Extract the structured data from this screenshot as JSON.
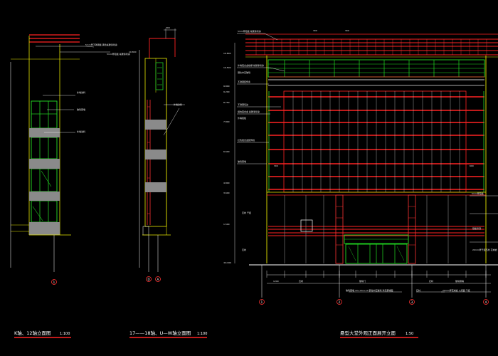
{
  "titles": {
    "left": "K轴、12轴立面图",
    "left_scale": "1:100",
    "middle": "17——18轴、U—W轴立面图",
    "middle_scale": "1:100",
    "right": "悬型大堂外观正面展开立面",
    "right_scale": "1:50"
  },
  "grid_labels": {
    "left": "1",
    "mid_a": "D",
    "mid_b": "A",
    "right_a": "1",
    "right_b": "2",
    "right_c": "3",
    "right_d": "4"
  },
  "elev_labels": {
    "m_top": "10.800",
    "r1": "10.800",
    "r2": "10.500",
    "r3": "9.800",
    "r4": "9.200",
    "r5": "8.750",
    "r6": "7.800",
    "r7": "6.600",
    "r8": "4.800",
    "r9": "3.600",
    "r10": "1.500",
    "r11": "±0.000"
  },
  "dims": {
    "d1": "300",
    "d2": "300",
    "d3": "300",
    "d4": "300",
    "d5": "600",
    "d6": "1200"
  },
  "annotations": {
    "l1": "5mm厚不锈钢板 黑色氟碳漆喷涂",
    "l2": "外墙涂料",
    "l3": "外墙涂料",
    "l4": "玻璃幕墙",
    "l5": "5mm厚铝板 氟碳漆喷涂",
    "m1": "外墙涂料",
    "r1": "5mm厚铝板 氟碳漆喷涂",
    "r2": "外墙铝合金格栅 氟碳漆喷涂",
    "r3": "钢化中空玻璃",
    "r4": "不锈钢装饰条",
    "r5": "不锈钢包边",
    "r6": "横向铝合金 氟碳漆喷涂",
    "r7": "外墙铝板",
    "r8": "红色铝合金装饰线",
    "r9": "玻璃幕墙",
    "r10": "5mm厚铝板",
    "b1": "石材",
    "b2": "玻璃门",
    "b3": "石材",
    "b4": "玻璃幕墙",
    "b5": "铝板吊顶",
    "b6": "20mm厚干挂石材 花岗岩",
    "b7": "石材",
    "b8": "玻璃幕墙 10+12A+10 钢化中空玻璃 详见幕墙图",
    "b9": "石材",
    "b10": "20mm厚花岗岩 火烧面 干挂",
    "b11": "石材 干挂"
  }
}
